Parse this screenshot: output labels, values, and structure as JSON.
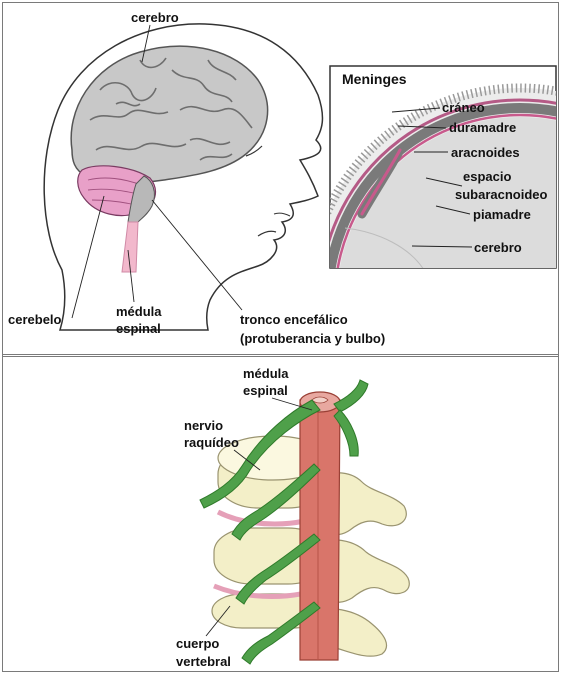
{
  "top_panel": {
    "labels": {
      "cerebro": "cerebro",
      "cerebelo": "cerebelo",
      "medula_1": "médula",
      "medula_2": "espinal",
      "tronco_1": "tronco encefálico",
      "tronco_2": "(protuberancia y bulbo)"
    },
    "inset": {
      "title": "Meninges",
      "labels": {
        "craneo": "cráneo",
        "duramadre": "duramadre",
        "aracnoides": "aracnoides",
        "espacio_1": "espacio",
        "espacio_2": "subaracnoideo",
        "piamadre": "piamadre",
        "cerebro": "cerebro"
      }
    }
  },
  "bottom_panel": {
    "labels": {
      "medula_1": "médula",
      "medula_2": "espinal",
      "nervio_1": "nervio",
      "nervio_2": "raquídeo",
      "cuerpo_1": "cuerpo",
      "cuerpo_2": "vertebral"
    }
  },
  "colors": {
    "brain": "#c8c8c8",
    "cerebellum": "#e8a0c8",
    "spinal_cord": "#d9756a",
    "nerve": "#4fa04a",
    "vertebra": "#f3efc8"
  }
}
